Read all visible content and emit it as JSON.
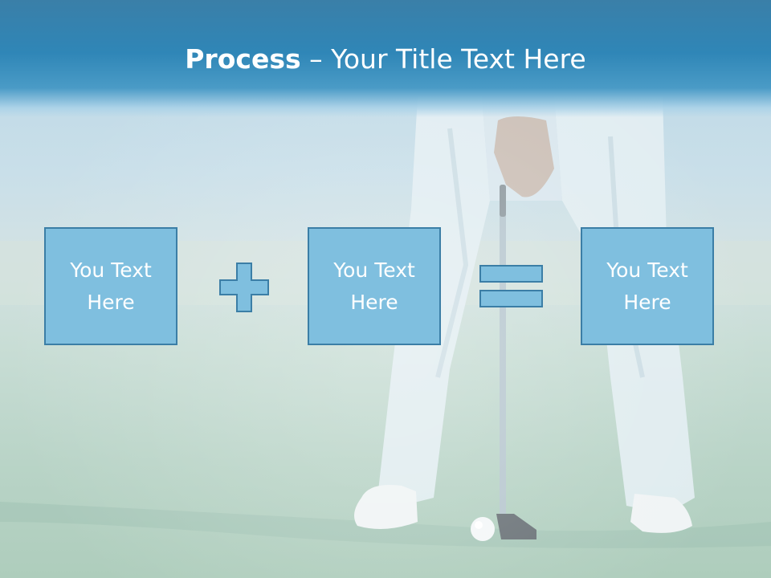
{
  "slide": {
    "title_bold": "Process",
    "title_rest": " – Your Title Text Here",
    "boxes": [
      {
        "text": "You Text Here"
      },
      {
        "text": "You Text Here"
      },
      {
        "text": "You Text Here"
      }
    ],
    "operators": [
      "plus-icon",
      "equals-icon"
    ],
    "colors": {
      "header": "#2f86b7",
      "box_fill": "#7fbfdf",
      "box_border": "#3b7ea6",
      "text": "#ffffff"
    }
  }
}
